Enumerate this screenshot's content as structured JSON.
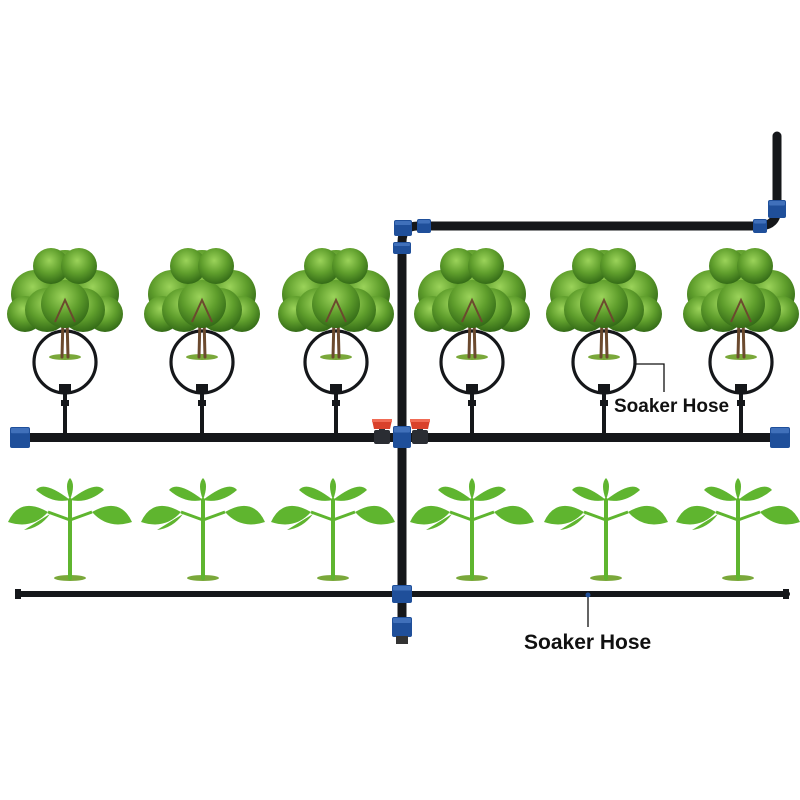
{
  "labels": {
    "upper_hose": "Soaker Hose",
    "lower_hose": "Soaker Hose"
  },
  "counts": {
    "trees": 6,
    "seedlings": 6,
    "valves": 2
  },
  "colors": {
    "pipe": "#15171a",
    "fitting": "#1f4f9a",
    "valve": "#d9412b",
    "foliage_dark": "#3f7a1f",
    "foliage_light": "#7cc242",
    "seedling": "#5fb52f",
    "trunk": "#6b4a2e",
    "soil": "#7aa83a"
  },
  "icons": {
    "tree": "tree-icon",
    "seedling": "seedling-icon",
    "valve": "valve-icon",
    "fitting": "pipe-fitting-icon"
  }
}
